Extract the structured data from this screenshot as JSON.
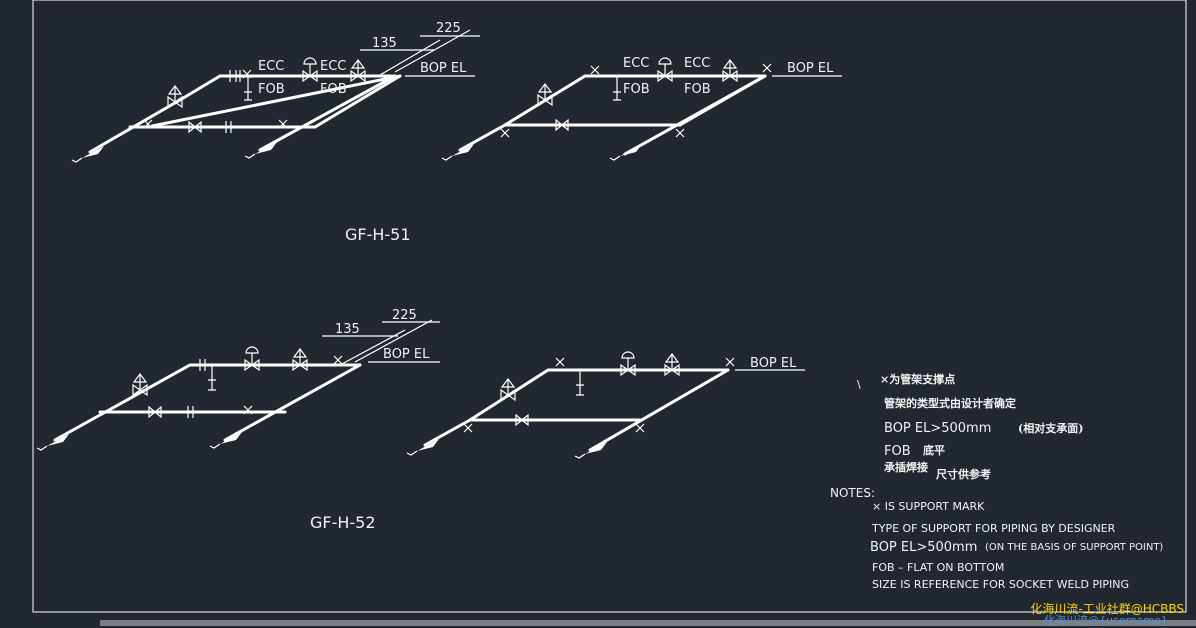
{
  "drawings": {
    "top": {
      "title": "GF-H-51",
      "left": {
        "dim_a": "135",
        "dim_b": "225",
        "ecc_1": "ECC",
        "ecc_2": "ECC",
        "fob_1": "FOB",
        "fob_2": "FOB",
        "bop": "BOP EL"
      },
      "right": {
        "ecc_1": "ECC",
        "ecc_2": "ECC",
        "fob_1": "FOB",
        "fob_2": "FOB",
        "bop": "BOP EL"
      }
    },
    "bottom": {
      "title": "GF-H-52",
      "left": {
        "dim_a": "135",
        "dim_b": "225",
        "bop": "BOP EL"
      },
      "right": {
        "bop": "BOP EL"
      }
    }
  },
  "cn_notes": {
    "line1": "×为管架支撑点",
    "line2": "管架的类型式由设计者确定",
    "line3_a": "BOP EL>500mm",
    "line3_b": "(相对支承面)",
    "line4_a": "FOB",
    "line4_b": "底平",
    "line5_a": "承插焊接",
    "line5_b": "尺寸供参考"
  },
  "notes": {
    "heading": "NOTES:",
    "line1": "× IS SUPPORT MARK",
    "line2": "TYPE OF SUPPORT FOR PIPING BY DESIGNER",
    "line3_a": "BOP EL>500mm",
    "line3_b": "(ON THE BASIS OF SUPPORT POINT)",
    "line4": "FOB – FLAT ON BOTTOM",
    "line5": "SIZE IS REFERENCE FOR SOCKET WELD PIPING"
  },
  "watermark": {
    "line1": "化海川流-工业社群@HCBBS",
    "line2": "化海川流@{username}"
  },
  "colors": {
    "background": "#212830",
    "lines": "#ffffff",
    "watermark": "#ffd400"
  }
}
